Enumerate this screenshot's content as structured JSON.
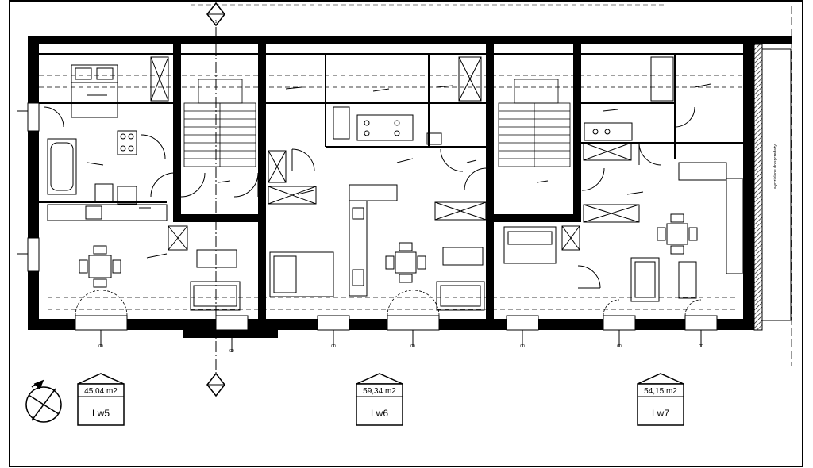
{
  "plan": {
    "units": [
      {
        "area": "45,04 m2",
        "code": "Lw5"
      },
      {
        "area": "59,34 m2",
        "code": "Lw6"
      },
      {
        "area": "54,15 m2",
        "code": "Lw7"
      }
    ],
    "section_marker": "1",
    "dimension_text": "00",
    "right_edge_note": "wydzielone do sprzedaży"
  }
}
